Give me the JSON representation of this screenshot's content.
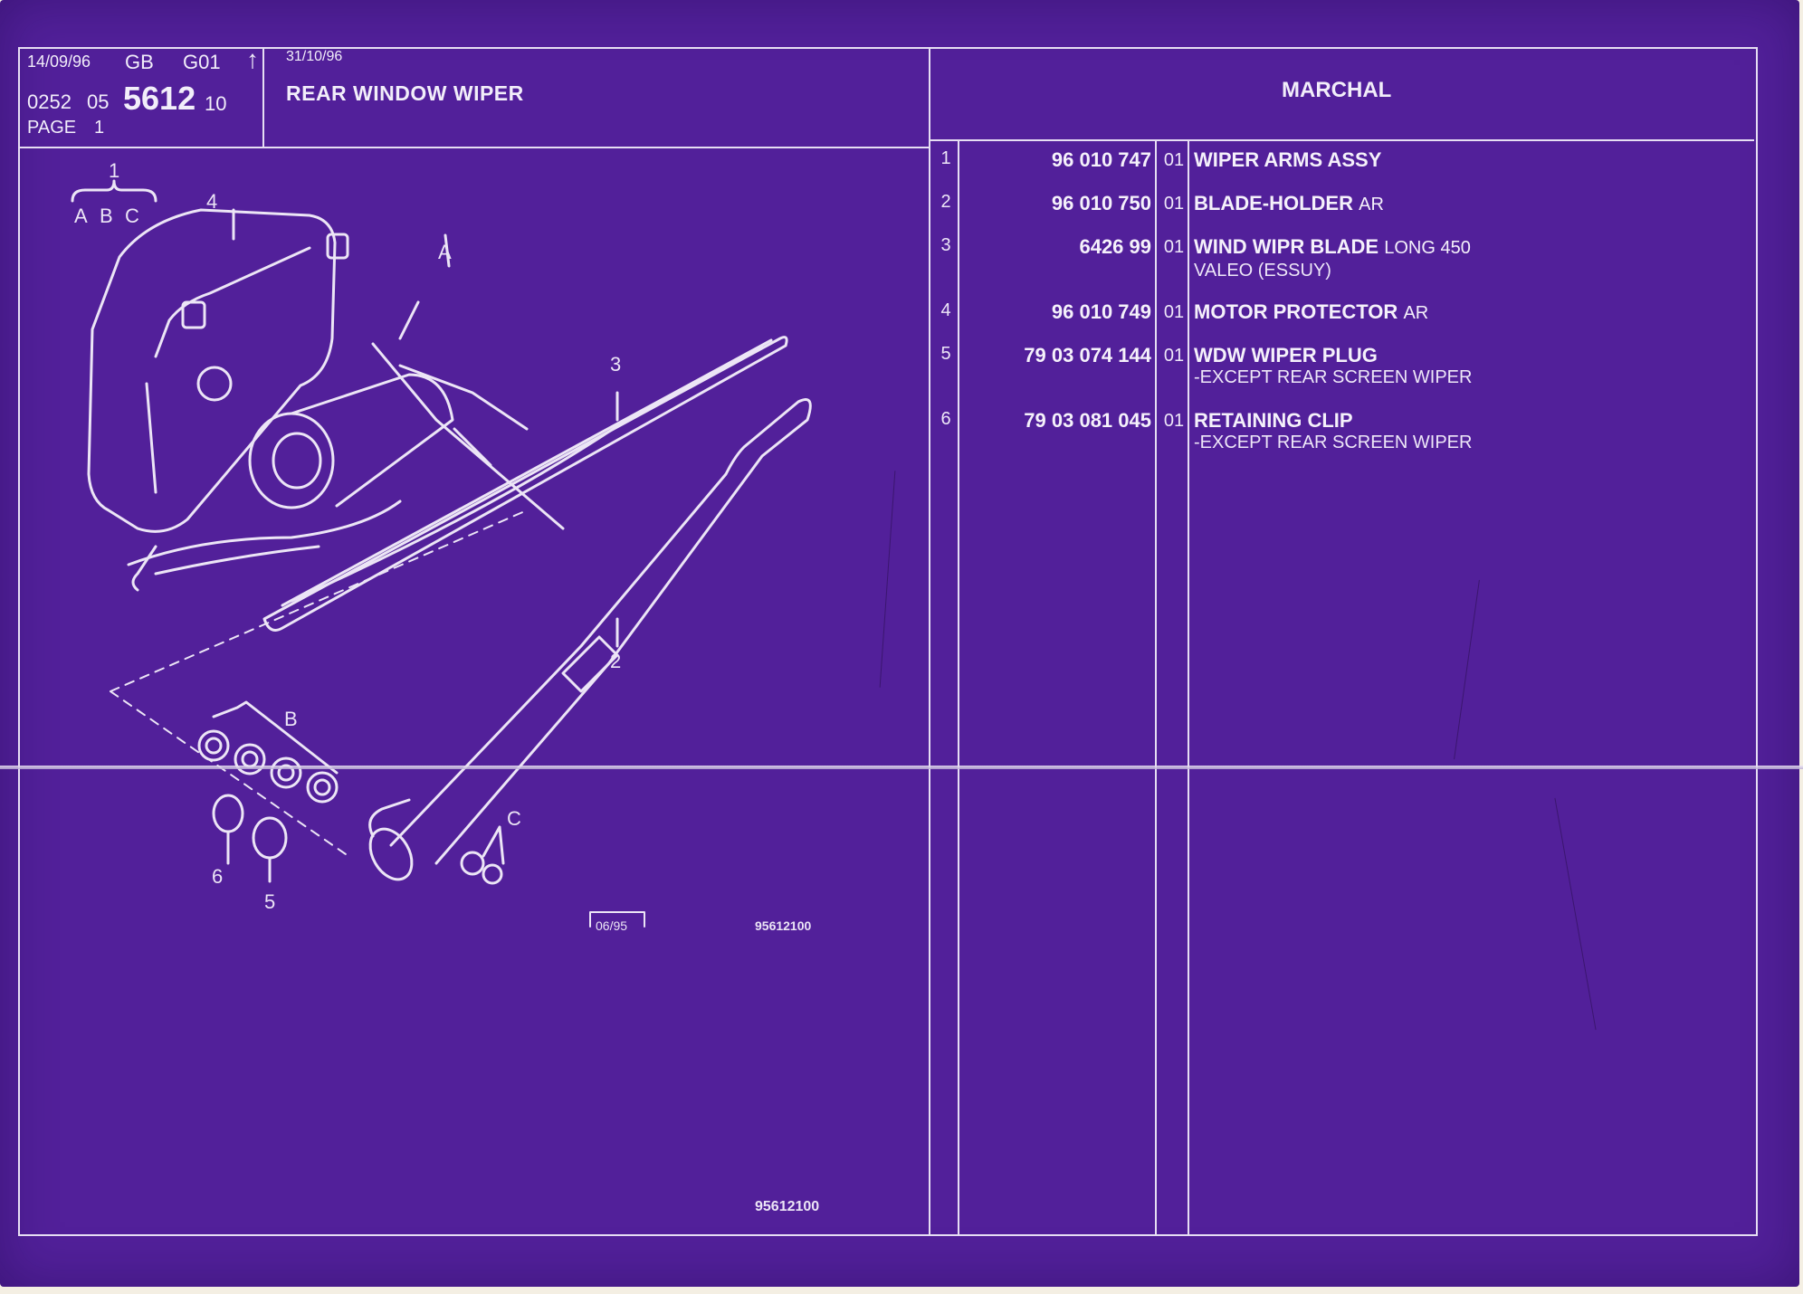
{
  "header": {
    "issue_date": "14/09/96",
    "language": "GB",
    "group": "G01",
    "code_a": "0252",
    "code_b": "05",
    "plate": "5612",
    "code_c": "10",
    "page": "PAGE",
    "page_number": "1",
    "revision_date": "31/10/96",
    "title": "REAR WINDOW WIPER",
    "supplier": "MARCHAL"
  },
  "parts": [
    {
      "index": "1",
      "reference": "96 010 747",
      "qty": "01",
      "name": "WIPER ARMS ASSY",
      "suffix": "",
      "note": ""
    },
    {
      "index": "2",
      "reference": "96 010 750",
      "qty": "01",
      "name": "BLADE-HOLDER",
      "suffix": "AR",
      "note": ""
    },
    {
      "index": "3",
      "reference": "6426 99",
      "qty": "01",
      "name": "WIND WIPR BLADE",
      "suffix": "LONG 450",
      "note": "VALEO (ESSUY)"
    },
    {
      "index": "4",
      "reference": "96 010 749",
      "qty": "01",
      "name": "MOTOR PROTECTOR",
      "suffix": "AR",
      "note": ""
    },
    {
      "index": "5",
      "reference": "79 03 074 144",
      "qty": "01",
      "name": "WDW WIPER PLUG",
      "suffix": "",
      "note": "-EXCEPT  REAR SCREEN WIPER"
    },
    {
      "index": "6",
      "reference": "79 03 081 045",
      "qty": "01",
      "name": "RETAINING CLIP",
      "suffix": "",
      "note": "-EXCEPT  REAR SCREEN WIPER"
    }
  ],
  "diagram": {
    "group_label": "1",
    "sub_labels": [
      "A",
      "B",
      "C"
    ],
    "callouts": [
      "4",
      "A",
      "3",
      "2",
      "B",
      "C",
      "6",
      "5"
    ],
    "stamp_date": "06/95",
    "drawing_ref_small": "95612100",
    "drawing_ref": "95612100"
  },
  "colors": {
    "background": "#52209a",
    "lines": "#e6def3",
    "paper_edge": "#f4efe3"
  }
}
